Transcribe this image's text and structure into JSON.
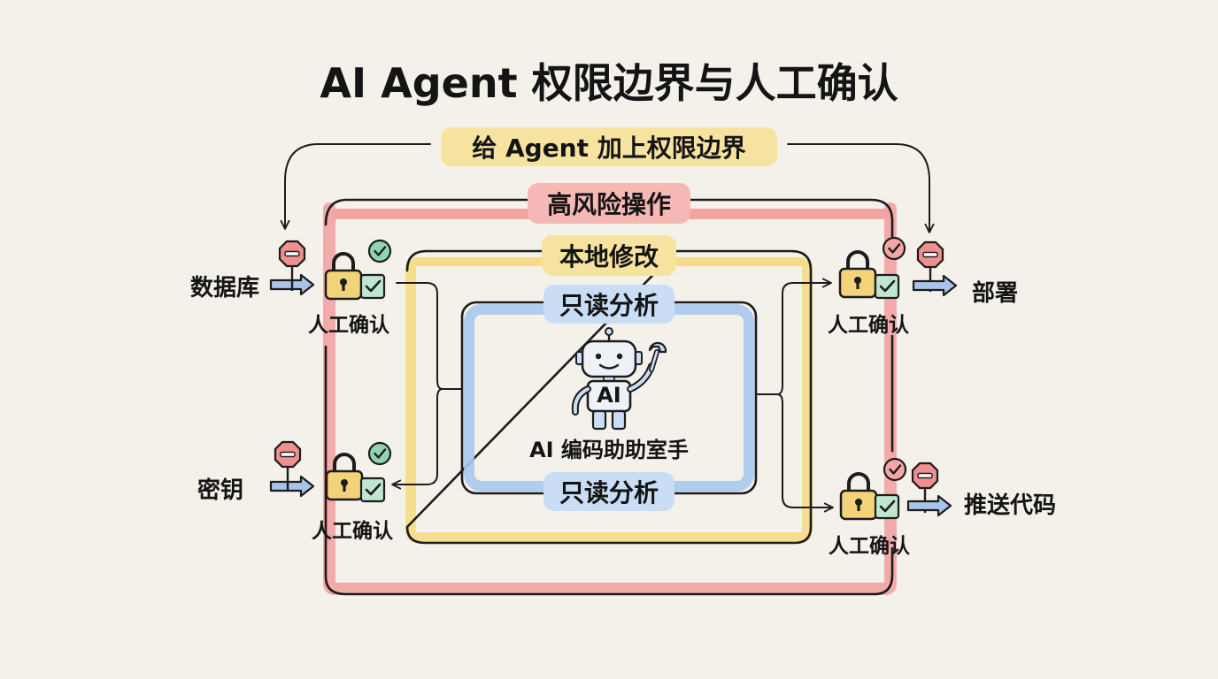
{
  "title": "AI Agent 权限边界与人工确认",
  "boundary_label": "给 Agent 加上权限边界",
  "layers": {
    "high_risk": "高风险操作",
    "local_edit": "本地修改",
    "read_only_top": "只读分析",
    "read_only_bottom": "只读分析"
  },
  "robot": {
    "chest_label": "AI",
    "caption": "AI 编码助助室手"
  },
  "actions": {
    "database": "数据库",
    "secret": "密钥",
    "deploy": "部署",
    "push": "推送代码"
  },
  "confirm_label": "人工确认",
  "colors": {
    "background": "#f4f1ea",
    "high_risk": "#f2a3a3",
    "local_edit": "#f6dc8a",
    "read_only": "#a9c9ee",
    "chip_yellow": "#f7e3a0",
    "chip_red": "#f5b8b5",
    "chip_blue": "#c9def5",
    "stop_sign": "#ef8f8f",
    "check": "#7fcfa6",
    "lock": "#f3d37a",
    "arrow": "#a8c4ea"
  },
  "icons": [
    "lock-icon",
    "check-badge-icon",
    "stop-sign-icon",
    "checkbox-icon",
    "robot-icon",
    "wrench-icon"
  ]
}
